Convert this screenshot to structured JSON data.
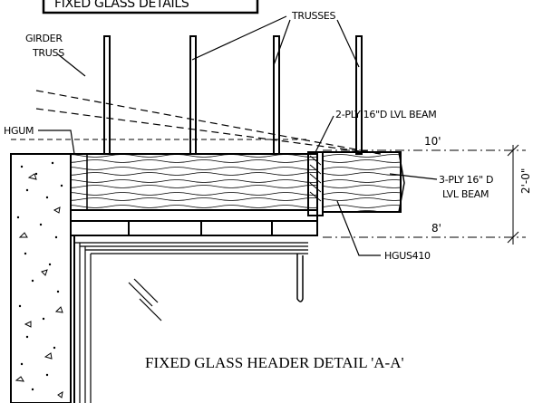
{
  "header_box_text": "FIXED GLASS DETAILS",
  "labels": {
    "trusses": "TRUSSES",
    "girder_line1": "GIRDER",
    "girder_line2": "TRUSS",
    "hgum": "HGUM",
    "beam_2ply": "2-PLY 16\"D LVL BEAM",
    "beam_3ply_line1": "3-PLY 16\" D",
    "beam_3ply_line2": "LVL BEAM",
    "hgus": "HGUS410"
  },
  "dimensions": {
    "top": "10'",
    "bottom": "8'",
    "vertical": "2'-0\""
  },
  "title": "FIXED GLASS HEADER DETAIL 'A-A'",
  "colors": {
    "ink": "#000000",
    "paper": "#ffffff"
  }
}
